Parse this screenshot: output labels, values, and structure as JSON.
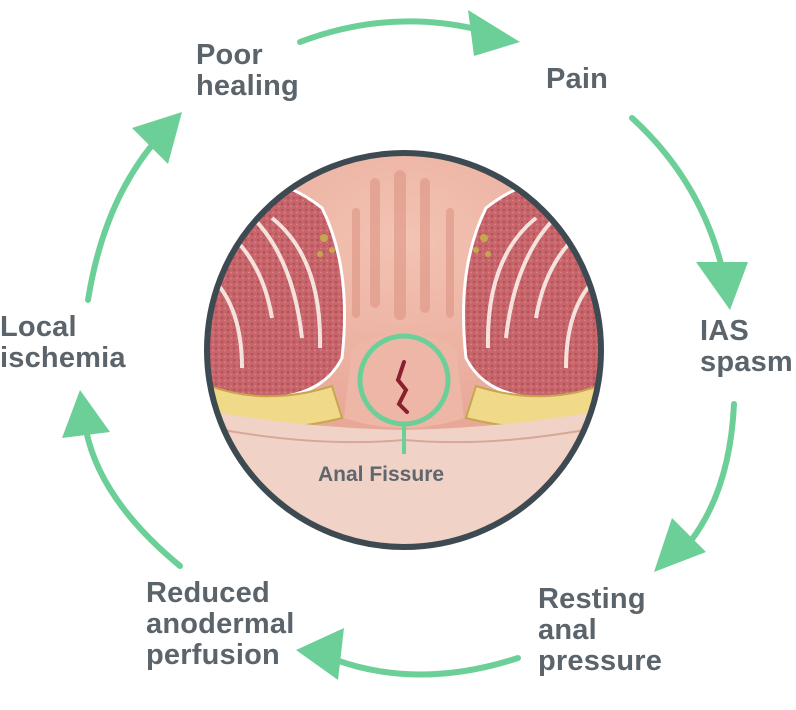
{
  "cycle": {
    "steps": [
      {
        "lines": [
          "Poor",
          "healing"
        ]
      },
      {
        "lines": [
          "Pain"
        ]
      },
      {
        "lines": [
          "IAS",
          "spasm"
        ]
      },
      {
        "lines": [
          "Resting",
          "anal",
          "pressure"
        ]
      },
      {
        "lines": [
          "Reduced",
          "anodermal",
          "perfusion"
        ]
      },
      {
        "lines": [
          "Local",
          "ischemia"
        ]
      }
    ],
    "arrow_color": "#6dcf98",
    "label_color": "#5b636b"
  },
  "illustration": {
    "caption": "Anal Fissure",
    "ring_color": "#3e4a52",
    "highlight_color": "#6dcf98"
  }
}
